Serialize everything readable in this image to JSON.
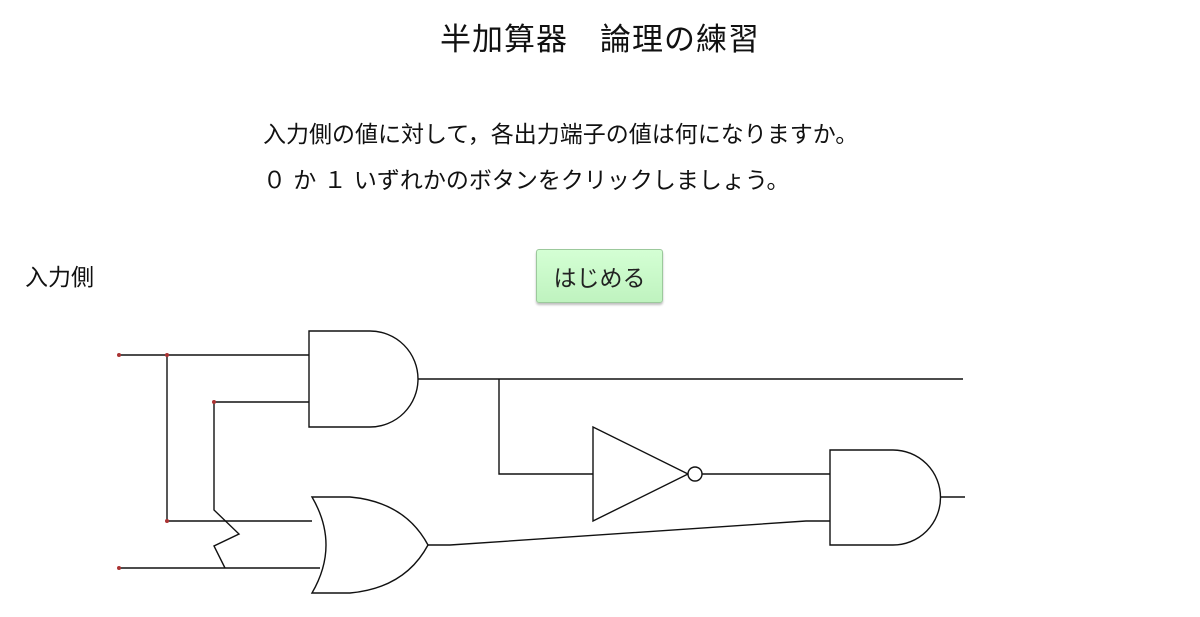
{
  "page": {
    "title": "半加算器　論理の練習",
    "instructions": [
      "入力側の値に対して，各出力端子の値は何になりますか。",
      "０ か １ いずれかのボタンをクリックしましょう。"
    ],
    "input_side_label": "入力側",
    "start_button_label": "はじめる"
  },
  "circuit": {
    "gates": [
      "AND",
      "OR",
      "NOT",
      "AND"
    ],
    "inputs": 2,
    "outputs": 2
  }
}
